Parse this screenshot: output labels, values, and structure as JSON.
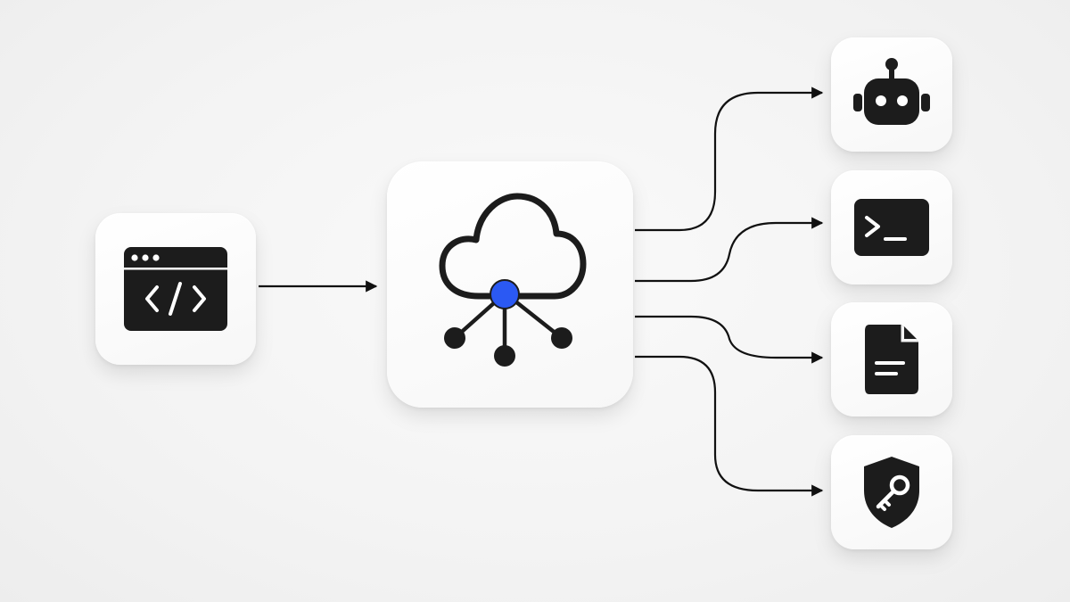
{
  "colors": {
    "background": "#f4f4f4",
    "tile": "#ffffff",
    "icon": "#1c1c1c",
    "line": "#111111",
    "accent": "#2b59f3"
  },
  "nodes": [
    {
      "id": "source",
      "icon": "code-window-icon"
    },
    {
      "id": "hub",
      "icon": "cloud-network-icon"
    },
    {
      "id": "agent",
      "icon": "robot-icon"
    },
    {
      "id": "terminal",
      "icon": "terminal-icon"
    },
    {
      "id": "document",
      "icon": "document-icon"
    },
    {
      "id": "security",
      "icon": "shield-key-icon"
    }
  ],
  "edges": [
    {
      "from": "source",
      "to": "hub"
    },
    {
      "from": "hub",
      "to": "agent"
    },
    {
      "from": "hub",
      "to": "terminal"
    },
    {
      "from": "hub",
      "to": "document"
    },
    {
      "from": "hub",
      "to": "security"
    }
  ]
}
